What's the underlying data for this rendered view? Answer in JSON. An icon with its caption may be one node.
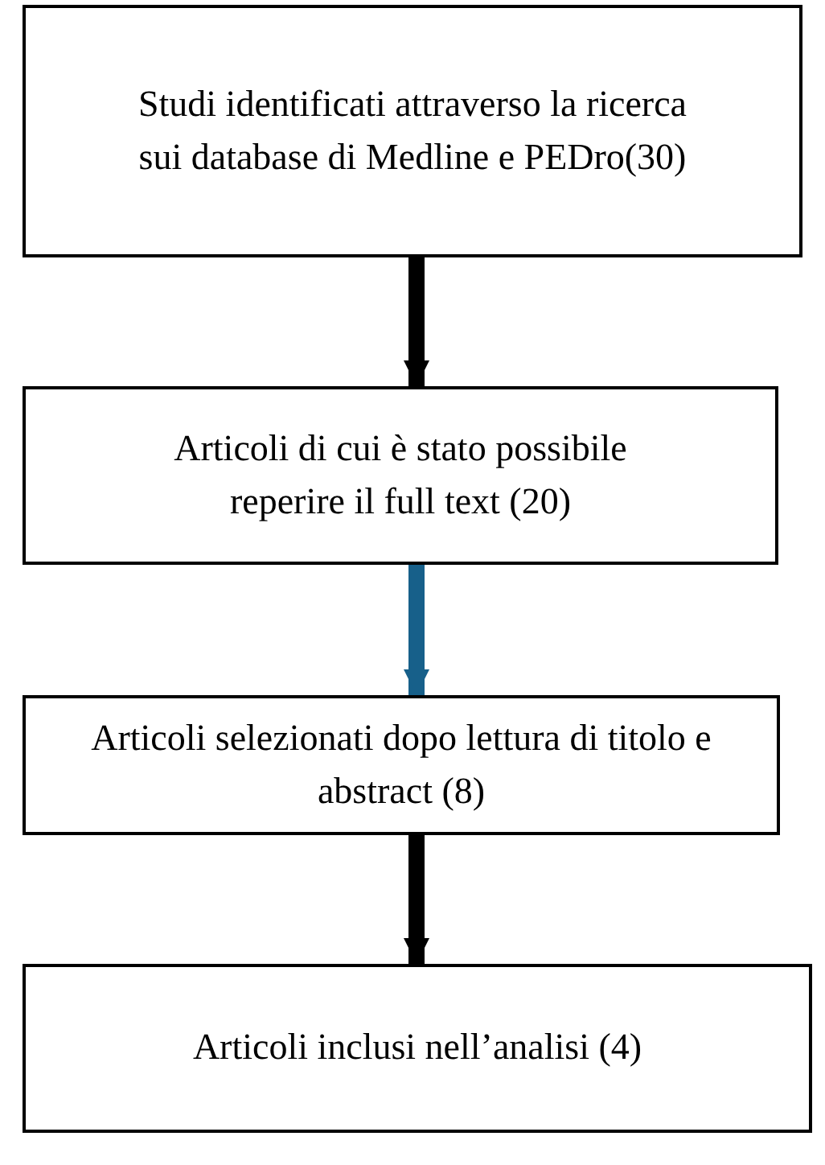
{
  "diagram": {
    "nodes": [
      {
        "text": [
          "Studi identificati attraverso la ricerca sui database di Medline e PEDro(30)"
        ]
      },
      {
        "text": [
          "Articoli di cui è stato possibile reperire il full text (20)"
        ]
      },
      {
        "text": [
          "Articoli selezionati dopo lettura di titolo e abstract (8)"
        ]
      },
      {
        "text": [
          "Articoli inclusi nell’analisi (4)"
        ]
      }
    ],
    "edges": [
      {
        "from": 0,
        "to": 1,
        "arrow": "to"
      },
      {
        "from": 1,
        "to": 2,
        "arrow": "to",
        "color": "#17608a"
      },
      {
        "from": 2,
        "to": 3,
        "arrow": "to"
      }
    ]
  }
}
